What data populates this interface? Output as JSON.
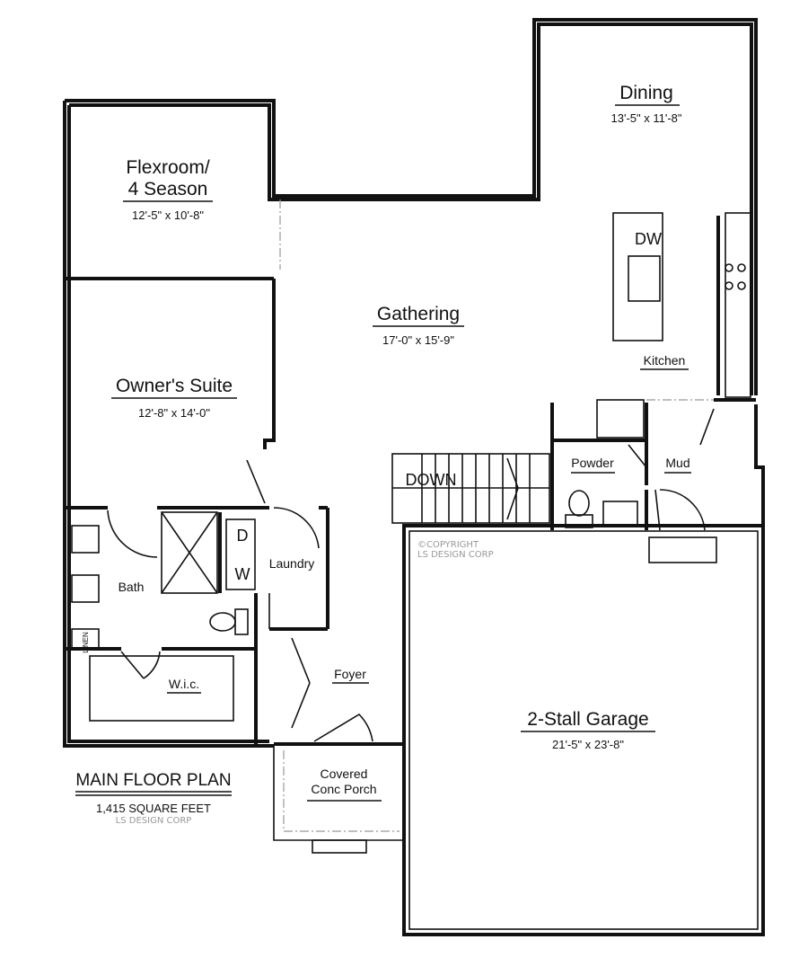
{
  "plan": {
    "title": "MAIN FLOOR PLAN",
    "area": "1,415 SQUARE FEET",
    "credit": "LS DESIGN CORP",
    "copyright": "©COPYRIGHT",
    "copyright_company": "LS DESIGN CORP"
  },
  "rooms": {
    "dining": {
      "name": "Dining",
      "dims": "13'-5\" x 11'-8\""
    },
    "flexroom": {
      "name_line1": "Flexroom/",
      "name_line2": "4 Season",
      "dims": "12'-5\" x 10'-8\""
    },
    "gathering": {
      "name": "Gathering",
      "dims": "17'-0\" x 15'-9\""
    },
    "owners_suite": {
      "name": "Owner's Suite",
      "dims": "12'-8\" x 14'-0\""
    },
    "kitchen": {
      "name": "Kitchen"
    },
    "powder": {
      "name": "Powder"
    },
    "mud": {
      "name": "Mud"
    },
    "bath": {
      "name": "Bath"
    },
    "laundry": {
      "name": "Laundry"
    },
    "wic": {
      "name": "W.i.c."
    },
    "foyer": {
      "name": "Foyer"
    },
    "garage": {
      "name": "2-Stall Garage",
      "dims": "21'-5\" x 23'-8\""
    },
    "porch": {
      "name_line1": "Covered",
      "name_line2": "Conc Porch"
    }
  },
  "fixtures": {
    "stairs": "DOWN",
    "dishwasher": "DW",
    "dryer": "D",
    "washer": "W",
    "linen": "LINEN"
  }
}
